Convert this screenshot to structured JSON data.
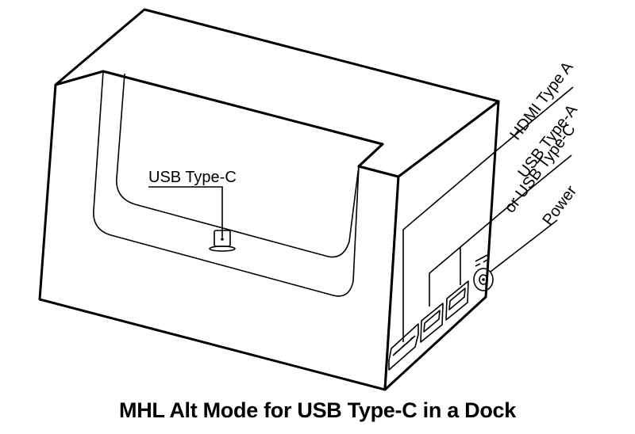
{
  "diagram": {
    "caption": "MHL Alt Mode for USB Type-C in a Dock",
    "labels": {
      "usb_c_top": "USB Type-C",
      "hdmi": "HDMI Type A",
      "usb_a_line1": "USB Type-A",
      "usb_a_line2": "or USB Type-C",
      "power": "Power"
    }
  }
}
